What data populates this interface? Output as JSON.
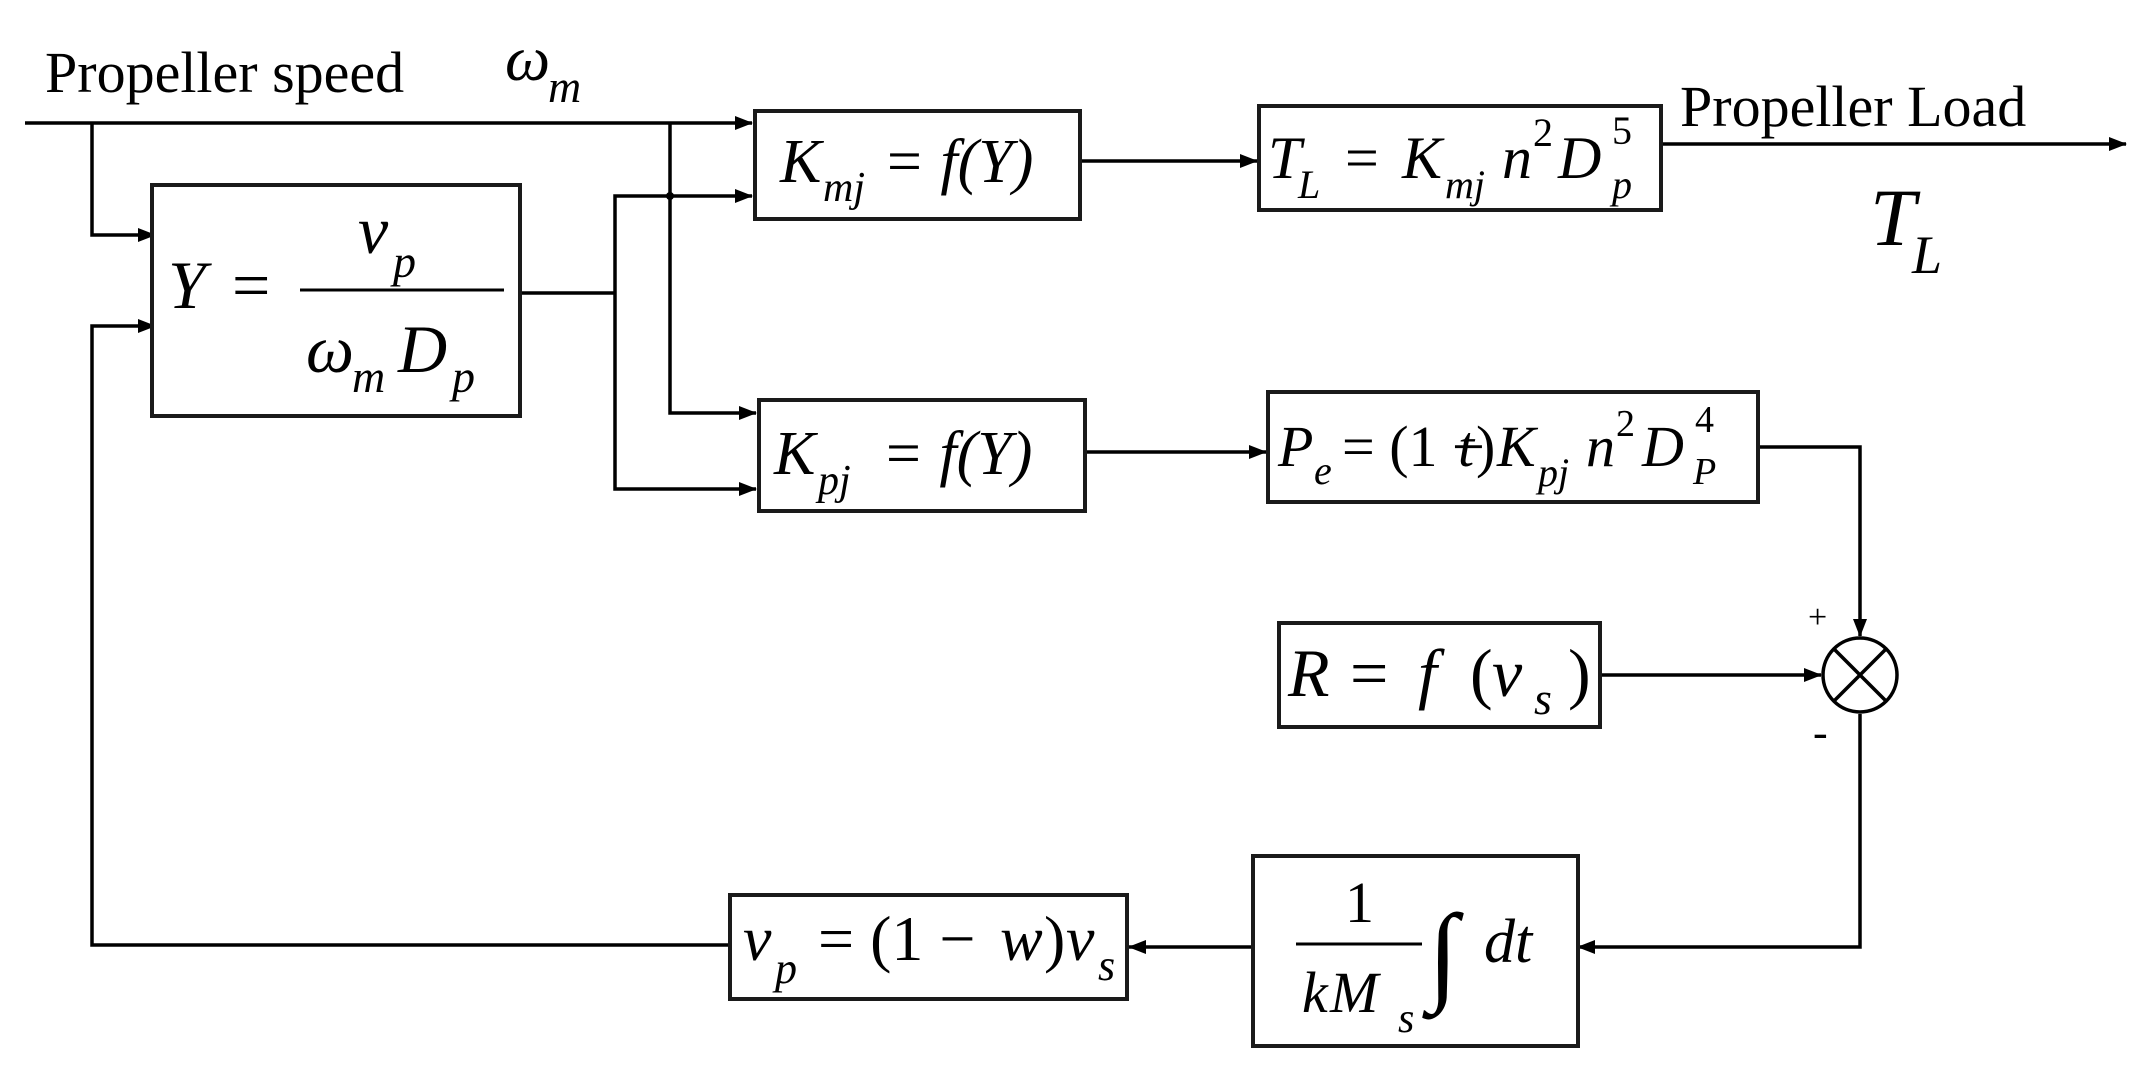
{
  "labels": {
    "input_text": "Propeller speed",
    "input_symbol": "ω",
    "input_symbol_sub": "m",
    "output_text": "Propeller Load",
    "output_symbol": "T",
    "output_symbol_sub": "L",
    "sum_plus": "+",
    "sum_minus": "-"
  },
  "blocks": {
    "advance_ratio": {
      "lhs": "Y",
      "eq": "=",
      "num": "v",
      "num_sub": "p",
      "den_a": "ω",
      "den_a_sub": "m",
      "den_b": "D",
      "den_b_sub": "p"
    },
    "kmj": {
      "sym": "K",
      "sub": "mj",
      "rhs": "= f(Y)"
    },
    "kpj": {
      "sym": "K",
      "sub": "pj",
      "rhs": "= f(Y)"
    },
    "torque": {
      "t": "T",
      "t_sub": "L",
      "eq": "=",
      "k": "K",
      "k_sub": "mj",
      "n": "n",
      "n_sup": "2",
      "d": "D",
      "d_sup": "5",
      "d_sub": "p"
    },
    "power": {
      "p": "P",
      "p_sub": "e",
      "eq": "= (1 − ",
      "t": "t",
      "close": ")",
      "k": "K",
      "k_sub": "pj",
      "n": "n",
      "n_sup": "2",
      "d": "D",
      "d_sup": "4",
      "d_sub": "P"
    },
    "resistance": {
      "r": "R",
      "eq": "=",
      "f": "f",
      "open": "(",
      "v": "v",
      "v_sub": "s",
      "close": ")"
    },
    "integrator": {
      "num": "1",
      "den_k": "k",
      "den_m": "M",
      "den_sub": "s",
      "integral": "∫",
      "dt": "dt"
    },
    "wake": {
      "v": "v",
      "v_sub": "p",
      "eq": "= (1 − ",
      "w": "w",
      "close": ")",
      "vs": "v",
      "vs_sub": "s"
    }
  }
}
